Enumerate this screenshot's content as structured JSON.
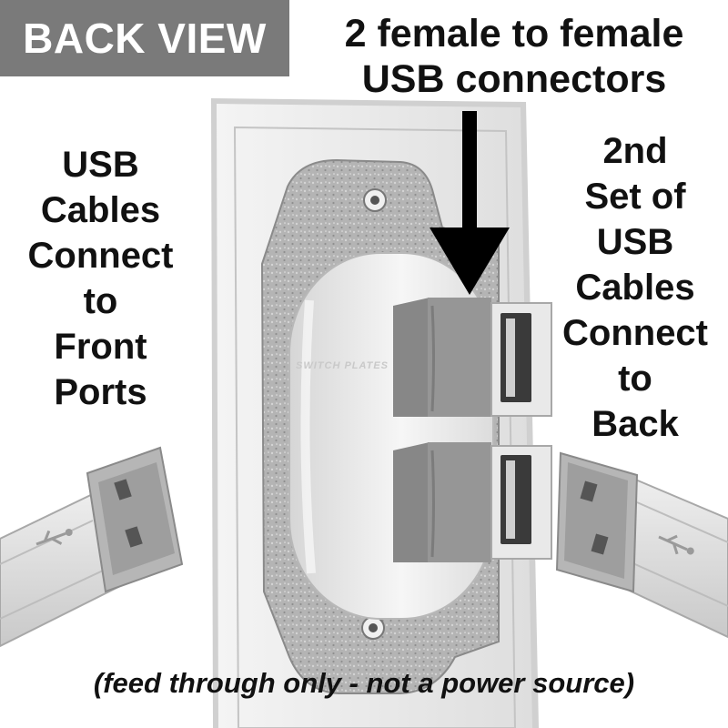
{
  "badge": {
    "text": "BACK VIEW"
  },
  "callout_top": {
    "lines": [
      "2 female to female",
      "USB connectors"
    ]
  },
  "left_caption": {
    "lines": [
      "USB",
      "Cables",
      "Connect",
      "to",
      "Front",
      "Ports"
    ]
  },
  "right_caption": {
    "lines": [
      "2nd",
      "Set of",
      "USB",
      "Cables",
      "Connect",
      "to",
      "Back"
    ]
  },
  "footnote": {
    "text": "(feed through only - not a power source)"
  },
  "watermark": {
    "text": "SWITCH PLATES"
  },
  "colors": {
    "plate": "#ececec",
    "plate_edge": "#bdbdbd",
    "metal": "#a9a9a9",
    "connector_gray": "#8c8c8c",
    "cable_white": "#e2e2e2",
    "arrow": "#000000",
    "badge_bg": "#7a7a7a"
  },
  "icons": [
    "down-arrow-icon",
    "usb-symbol-icon"
  ]
}
